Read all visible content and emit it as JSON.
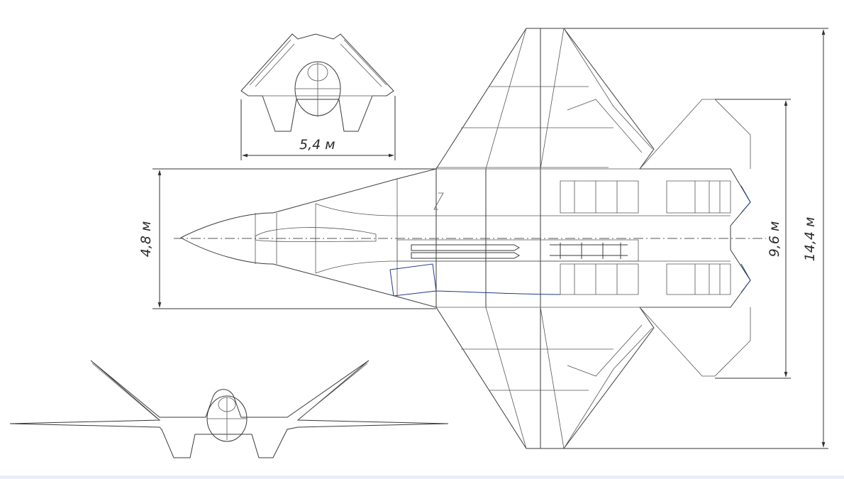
{
  "dimensions": {
    "front_span": "5,4 м",
    "fuselage_width": "4,8 м",
    "tail_span": "9,6 м",
    "total_span": "14,4 м"
  },
  "colors": {
    "line": "#3a3a3a",
    "accent_outline": "#1f3a8a",
    "footer_strip": "#e9eef7"
  }
}
